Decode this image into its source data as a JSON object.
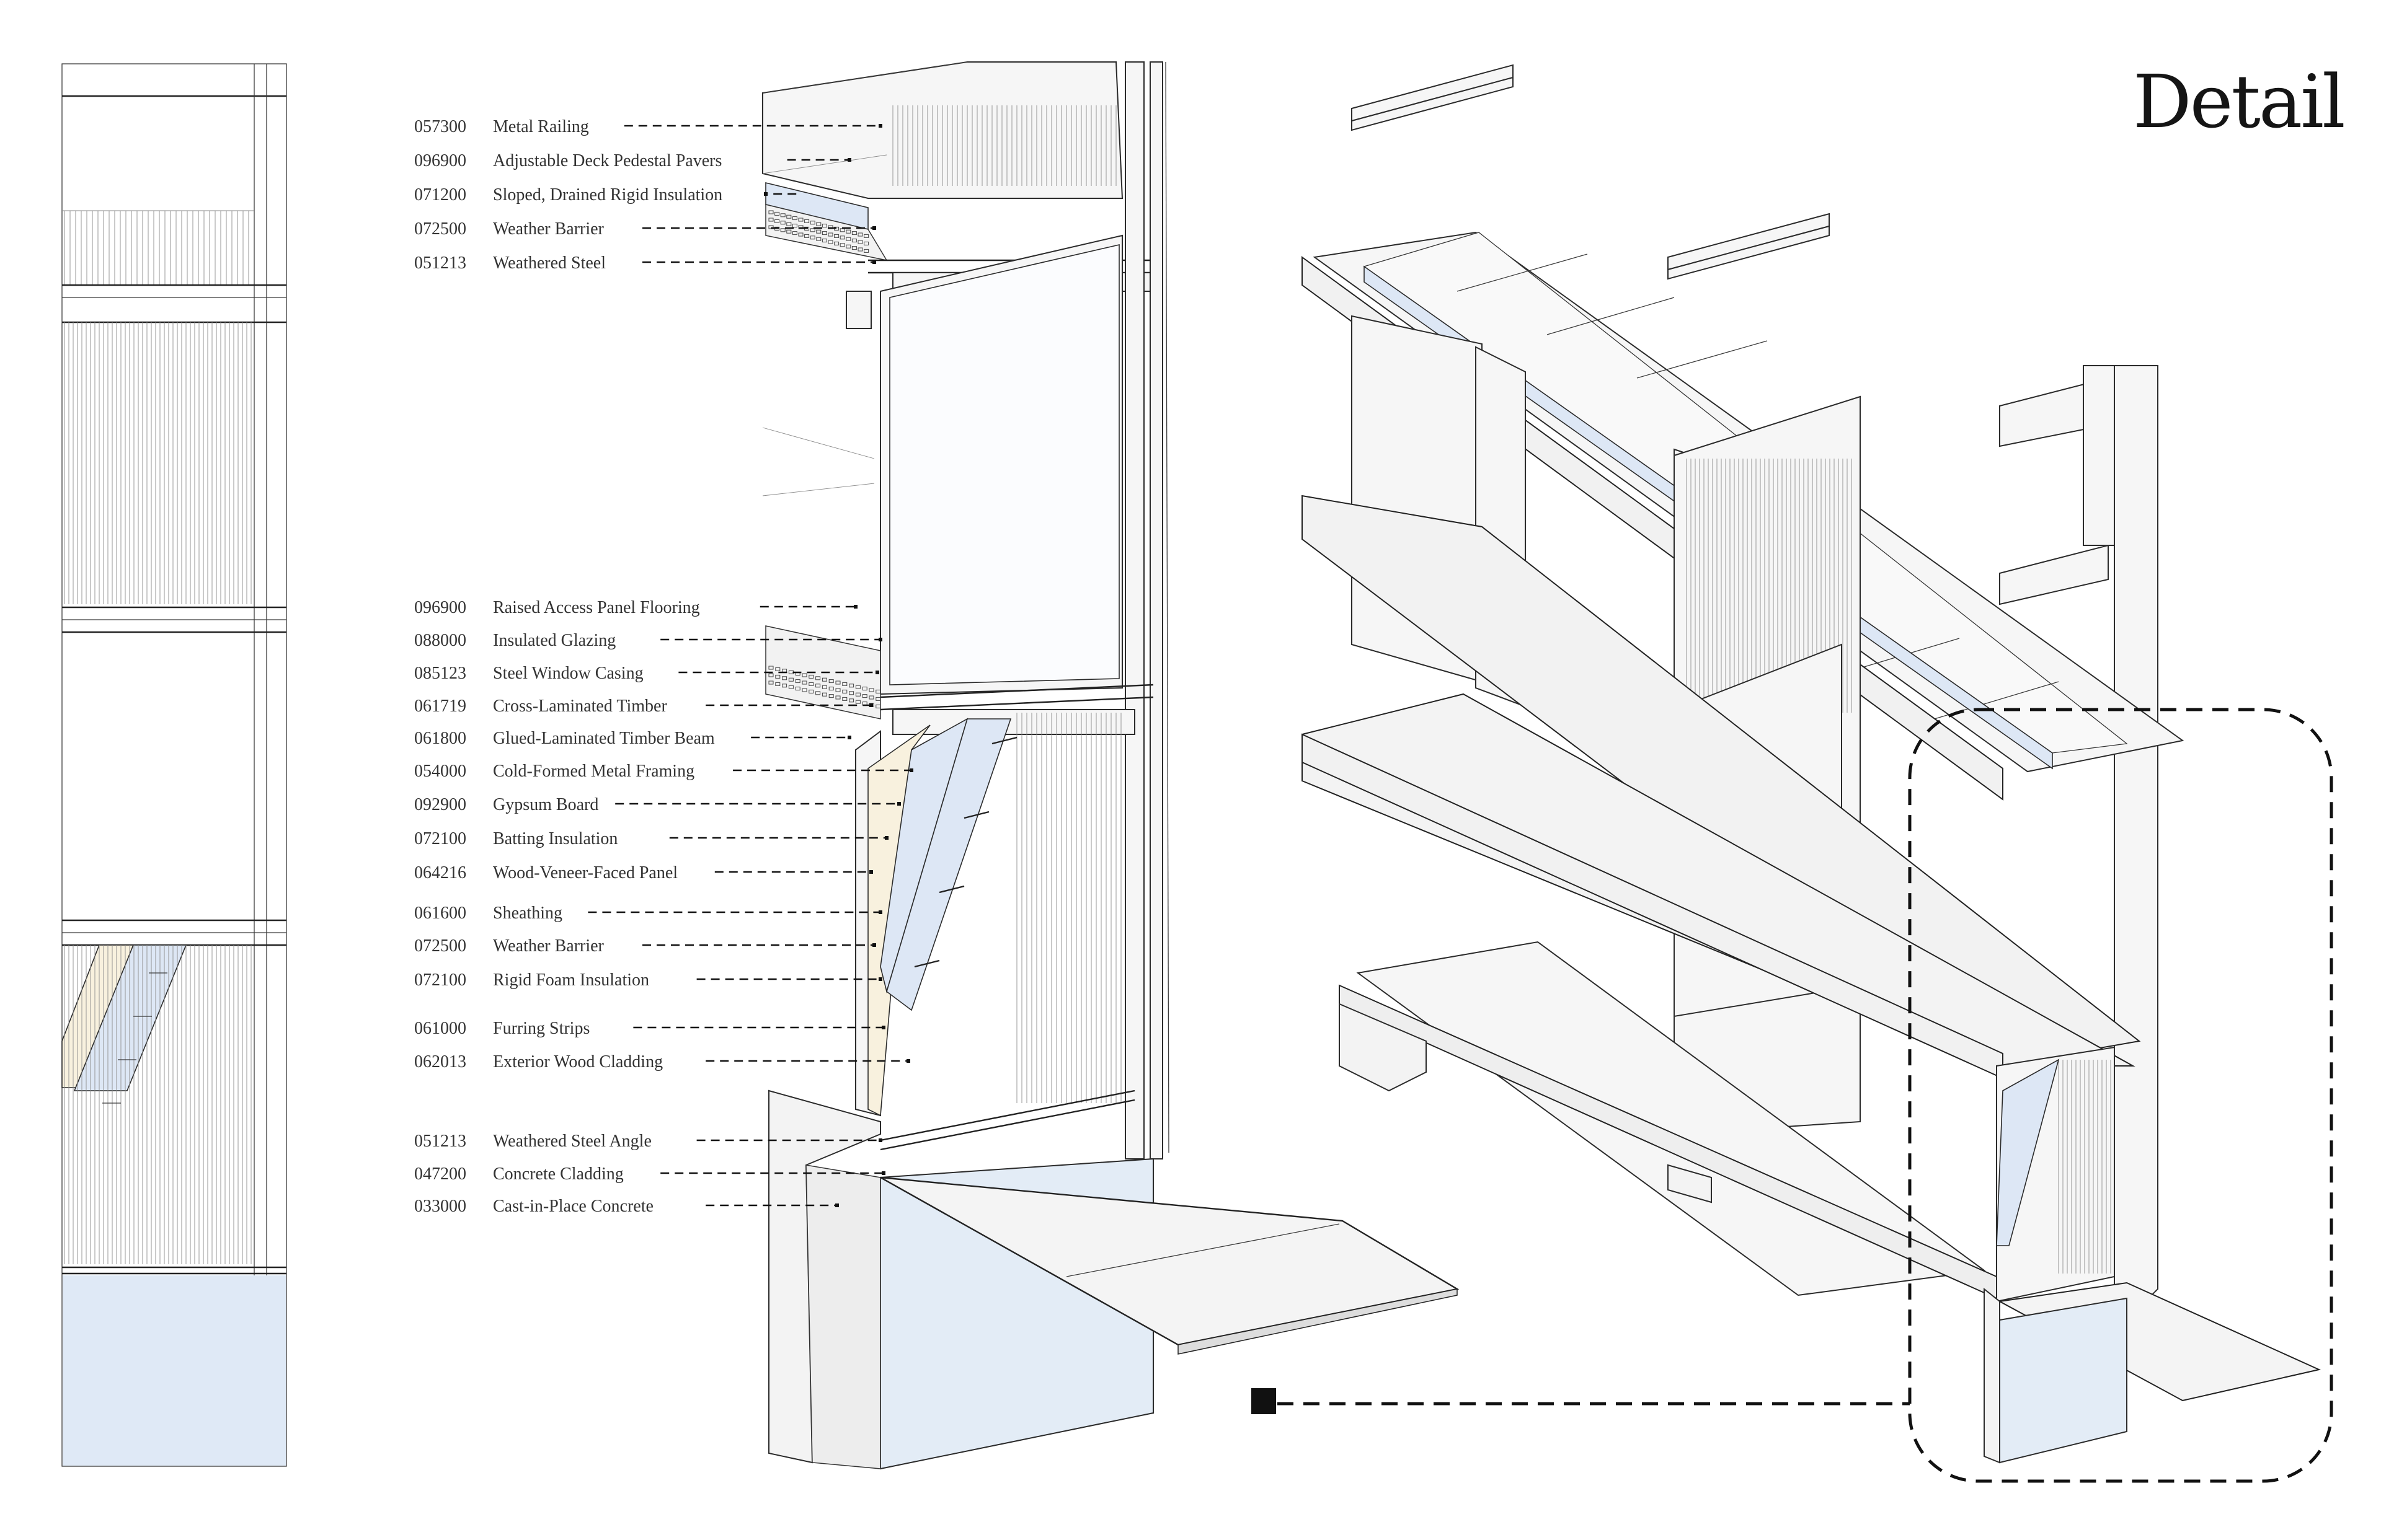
{
  "title": "Detail",
  "callouts": [
    {
      "code": "057300",
      "label": "Metal Railing"
    },
    {
      "code": "096900",
      "label": "Adjustable Deck Pedestal Pavers"
    },
    {
      "code": "071200",
      "label": "Sloped, Drained Rigid Insulation"
    },
    {
      "code": "072500",
      "label": "Weather Barrier"
    },
    {
      "code": "051213",
      "label": "Weathered Steel"
    },
    {
      "code": "096900",
      "label": "Raised Access Panel Flooring"
    },
    {
      "code": "088000",
      "label": "Insulated Glazing"
    },
    {
      "code": "085123",
      "label": "Steel Window Casing"
    },
    {
      "code": "061719",
      "label": "Cross-Laminated Timber"
    },
    {
      "code": "061800",
      "label": "Glued-Laminated Timber Beam"
    },
    {
      "code": "054000",
      "label": "Cold-Formed Metal Framing"
    },
    {
      "code": "092900",
      "label": "Gypsum Board"
    },
    {
      "code": "072100",
      "label": "Batting Insulation"
    },
    {
      "code": "064216",
      "label": "Wood-Veneer-Faced Panel"
    },
    {
      "code": "061600",
      "label": "Sheathing"
    },
    {
      "code": "072500",
      "label": "Weather Barrier"
    },
    {
      "code": "072100",
      "label": "Rigid Foam Insulation"
    },
    {
      "code": "061000",
      "label": "Furring Strips"
    },
    {
      "code": "062013",
      "label": "Exterior Wood Cladding"
    },
    {
      "code": "051213",
      "label": "Weathered Steel Angle"
    },
    {
      "code": "047200",
      "label": "Concrete Cladding"
    },
    {
      "code": "033000",
      "label": "Cast-in-Place Concrete"
    }
  ]
}
